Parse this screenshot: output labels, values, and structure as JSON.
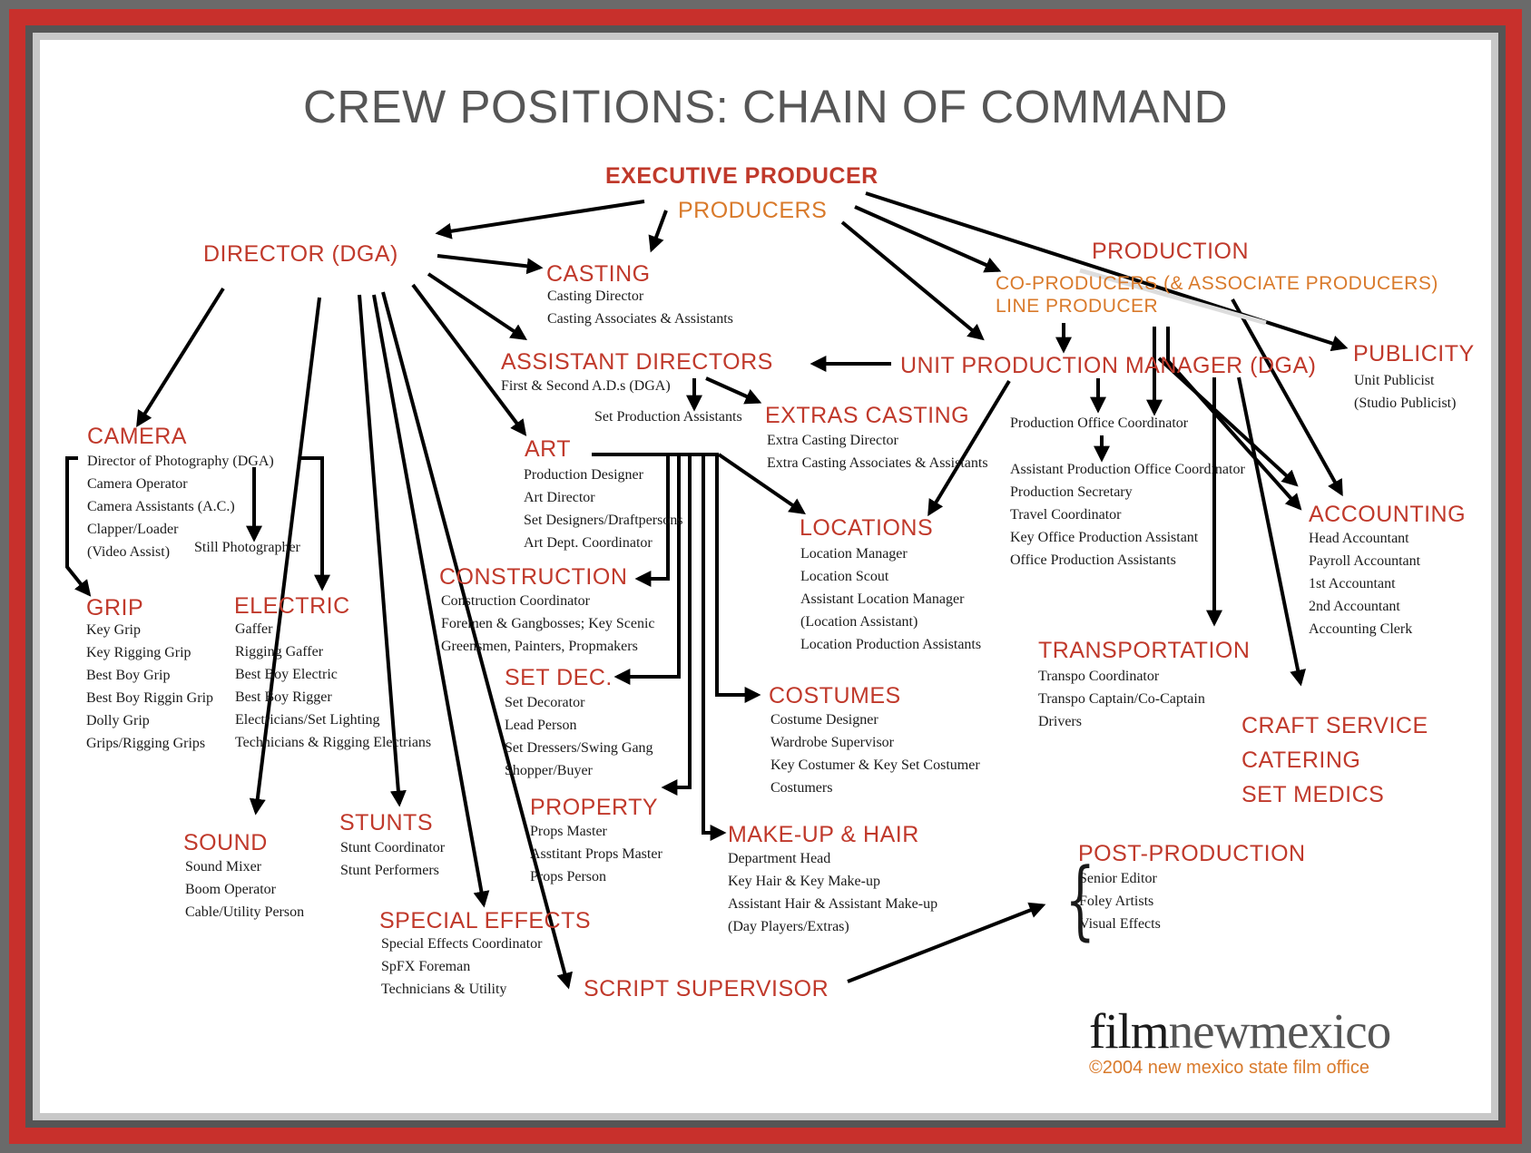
{
  "title": "CREW POSITIONS:  CHAIN OF COMMAND",
  "top": {
    "executive_producer": "EXECUTIVE PRODUCER",
    "producers": "PRODUCERS",
    "director": "DIRECTOR (DGA)"
  },
  "production": {
    "heading": "PRODUCTION",
    "co_producers": "CO-PRODUCERS (& ASSOCIATE PRODUCERS)",
    "line_producer": "LINE PRODUCER",
    "upm": "UNIT PRODUCTION MANAGER (DGA)"
  },
  "casting": {
    "heading": "CASTING",
    "items": [
      "Casting Director",
      "Casting Associates & Assistants"
    ]
  },
  "assistant_directors": {
    "heading": "ASSISTANT DIRECTORS",
    "items": [
      "First & Second A.D.s (DGA)"
    ],
    "sub": "Set Production Assistants"
  },
  "extras_casting": {
    "heading": "EXTRAS CASTING",
    "items": [
      "Extra Casting Director",
      "Extra Casting Associates & Assistants"
    ]
  },
  "publicity": {
    "heading": "PUBLICITY",
    "items": [
      "Unit Publicist",
      "(Studio Publicist)"
    ]
  },
  "production_office": {
    "coordinator": "Production Office Coordinator",
    "items": [
      "Assistant Production Office Coordinator",
      "Production Secretary",
      "Travel Coordinator",
      "Key Office Production Assistant",
      "Office Production Assistants"
    ]
  },
  "camera": {
    "heading": "CAMERA",
    "items": [
      "Director of Photography (DGA)",
      "Camera Operator",
      "Camera Assistants (A.C.)",
      "Clapper/Loader",
      "(Video Assist)"
    ],
    "still": "Still Photographer"
  },
  "art": {
    "heading": "ART",
    "items": [
      "Production Designer",
      "Art Director",
      "Set Designers/Draftpersons",
      "Art Dept. Coordinator"
    ]
  },
  "locations": {
    "heading": "LOCATIONS",
    "items": [
      "Location Manager",
      "Location Scout",
      "Assistant Location Manager",
      "(Location Assistant)",
      "Location Production Assistants"
    ]
  },
  "accounting": {
    "heading": "ACCOUNTING",
    "items": [
      "Head Accountant",
      "Payroll Accountant",
      "1st Accountant",
      "2nd Accountant",
      "Accounting Clerk"
    ]
  },
  "construction": {
    "heading": "CONSTRUCTION",
    "items": [
      "Construction Coordinator",
      "Foremen & Gangbosses; Key Scenic",
      "Greensmen, Painters, Propmakers"
    ]
  },
  "grip": {
    "heading": "GRIP",
    "items": [
      "Key Grip",
      "Key Rigging Grip",
      "Best Boy Grip",
      "Best Boy Riggin Grip",
      "Dolly Grip",
      "Grips/Rigging Grips"
    ]
  },
  "electric": {
    "heading": "ELECTRIC",
    "items": [
      "Gaffer",
      "Rigging Gaffer",
      "Best Boy Electric",
      "Best Boy Rigger",
      "Electricians/Set Lighting",
      "Technicians & Rigging Electrians"
    ]
  },
  "set_dec": {
    "heading": "SET DEC.",
    "items": [
      "Set Decorator",
      "Lead Person",
      "Set Dressers/Swing Gang",
      "Shopper/Buyer"
    ]
  },
  "transportation": {
    "heading": "TRANSPORTATION",
    "items": [
      "Transpo Coordinator",
      "Transpo Captain/Co-Captain",
      "Drivers"
    ]
  },
  "costumes": {
    "heading": "COSTUMES",
    "items": [
      "Costume Designer",
      "Wardrobe Supervisor",
      "Key Costumer & Key Set Costumer",
      "Costumers"
    ]
  },
  "craft": {
    "items": [
      "CRAFT SERVICE",
      "CATERING",
      "SET MEDICS"
    ]
  },
  "property": {
    "heading": "PROPERTY",
    "items": [
      "Props Master",
      "Asstitant Props Master",
      "Props Person"
    ]
  },
  "makeup": {
    "heading": "MAKE-UP & HAIR",
    "items": [
      "Department Head",
      "Key Hair & Key Make-up",
      "Assistant Hair & Assistant Make-up",
      "(Day Players/Extras)"
    ]
  },
  "sound": {
    "heading": "SOUND",
    "items": [
      "Sound Mixer",
      "Boom Operator",
      "Cable/Utility Person"
    ]
  },
  "stunts": {
    "heading": "STUNTS",
    "items": [
      "Stunt Coordinator",
      "Stunt Performers"
    ]
  },
  "post": {
    "heading": "POST-PRODUCTION",
    "items": [
      "Senior Editor",
      "Foley Artists",
      "Visual Effects"
    ]
  },
  "special_effects": {
    "heading": "SPECIAL EFFECTS",
    "items": [
      "Special Effects Coordinator",
      "SpFX Foreman",
      "Technicians & Utility"
    ]
  },
  "script_supervisor": "SCRIPT SUPERVISOR",
  "logo": {
    "film": "film",
    "newmexico": "newmexico",
    "copyright": "©2004 new mexico state film office"
  },
  "colors": {
    "heading": "#c0392b",
    "subheading": "#d97a2b",
    "frame": "#c8302c"
  }
}
